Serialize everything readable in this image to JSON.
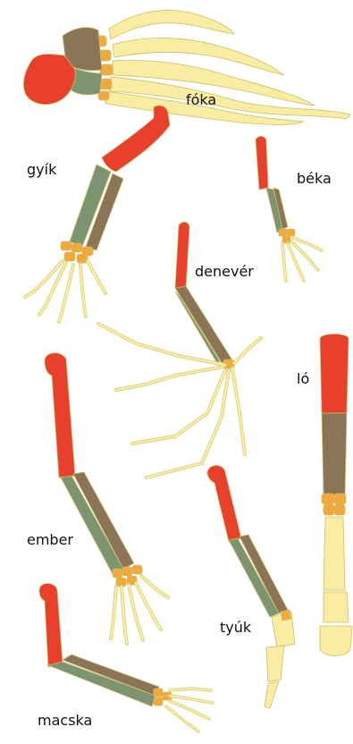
{
  "labels": {
    "seal": "fóka",
    "lizard": "gyík",
    "frog": "béka",
    "bat": "denevér",
    "horse": "ló",
    "human": "ember",
    "chicken": "tyúk",
    "cat": "macska"
  },
  "colors": {
    "humerus": "#e8402a",
    "radius": "#8c7457",
    "ulna": "#7d9470",
    "carpals": "#f2a93b",
    "digits": "#f8eda1",
    "background": "#ffffff"
  }
}
